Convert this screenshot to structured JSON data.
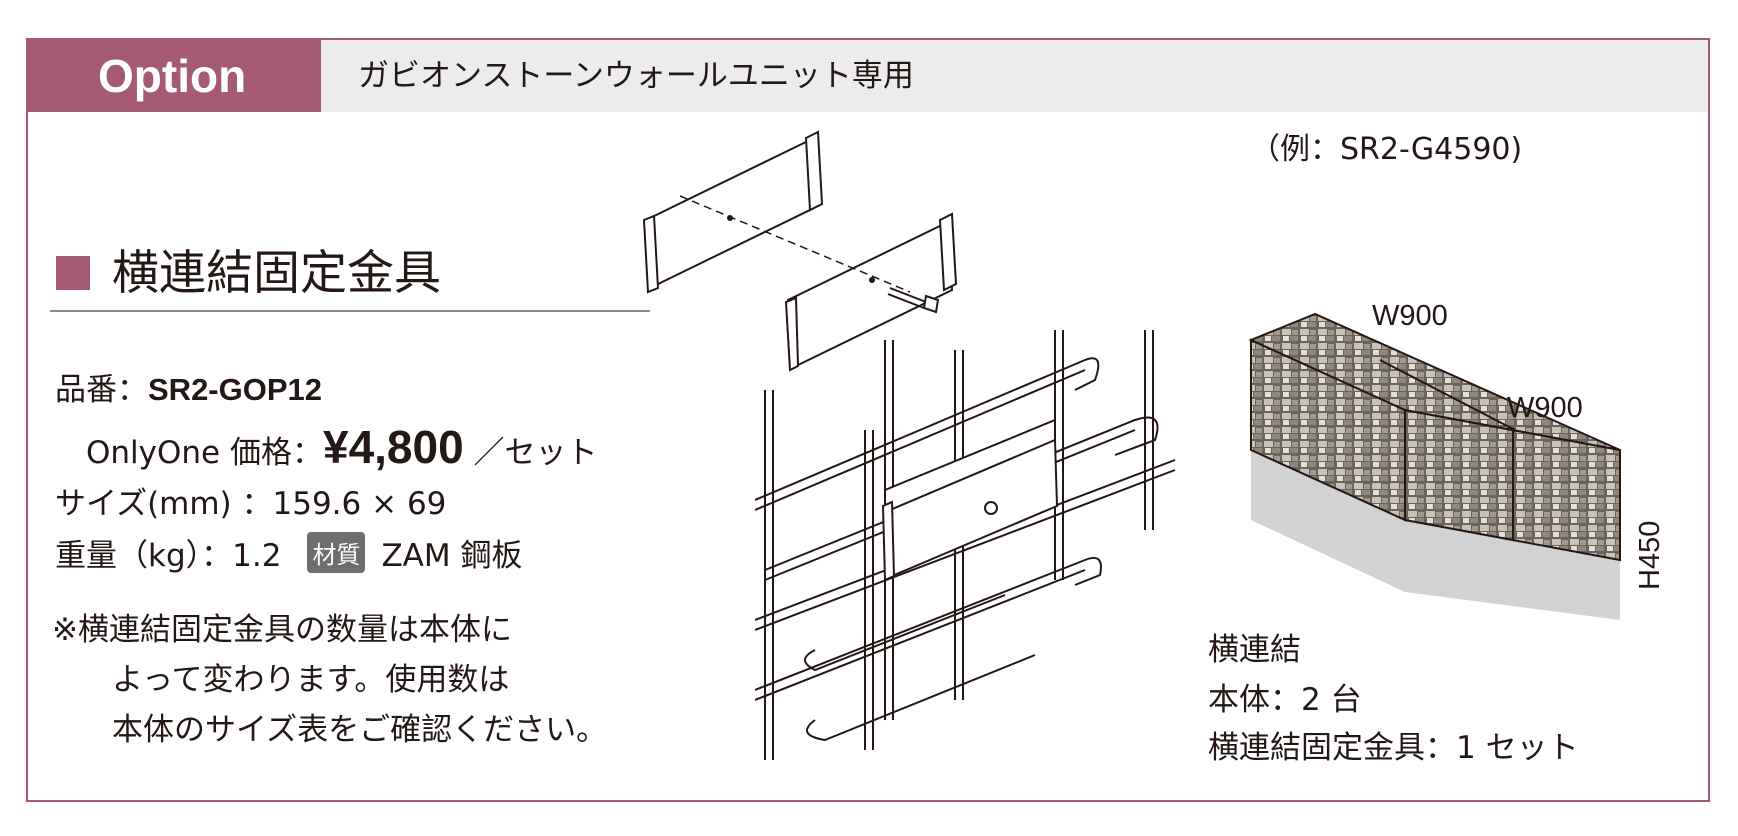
{
  "header": {
    "tab_label": "Option",
    "subtitle": "ガビオンストーンウォールユニット専用"
  },
  "product": {
    "title": "横連結固定金具",
    "part_number_label": "品番：",
    "part_number": "SR2-GOP12",
    "price_label": "OnlyOne 価格：",
    "price": "¥4,800",
    "price_unit": "／セット",
    "size_label": "サイズ(mm)",
    "size_value": "：159.6 × 69",
    "weight_label": "重量（kg）：1.2",
    "material_badge": "材質",
    "material": "ZAM 鋼板"
  },
  "notes": [
    "※横連結固定金具の数量は本体に",
    "よって変わります。使用数は",
    "本体のサイズ表をご確認ください。"
  ],
  "example": {
    "label": "（例：SR2-G4590)",
    "dim_w1": "W900",
    "dim_w2": "W900",
    "dim_h": "H450",
    "info_title": "横連結",
    "info_units": "本体：2 台",
    "info_brackets": "横連結固定金具：1 セット"
  },
  "colors": {
    "accent": "#a45a73",
    "header_bg": "#ececec",
    "text": "#231815"
  }
}
